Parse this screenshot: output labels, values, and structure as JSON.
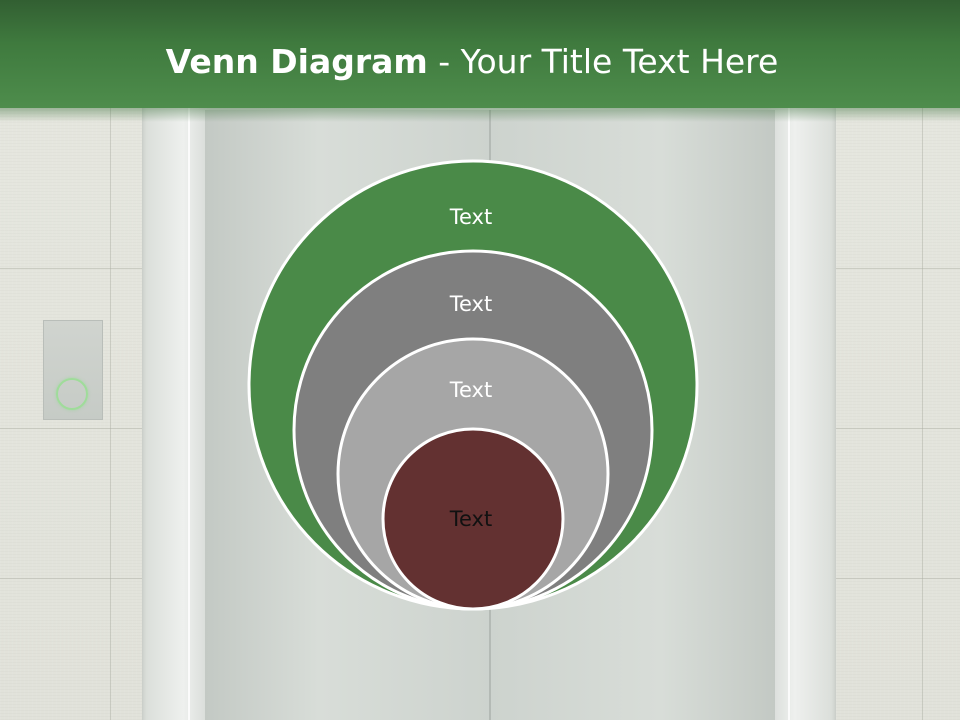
{
  "header": {
    "title_bold": "Venn Diagram",
    "title_rest": " - Your Title Text Here",
    "background": "#3f7a3e"
  },
  "diagram": {
    "circles": [
      {
        "label": "Text",
        "fill": "#4a8a48",
        "text_color": "#ffffff"
      },
      {
        "label": "Text",
        "fill": "#7f7f7f",
        "text_color": "#ffffff"
      },
      {
        "label": "Text",
        "fill": "#a6a6a6",
        "text_color": "#ffffff"
      },
      {
        "label": "Text",
        "fill": "#633131",
        "text_color": "#111111"
      }
    ],
    "stroke": "#ffffff"
  }
}
